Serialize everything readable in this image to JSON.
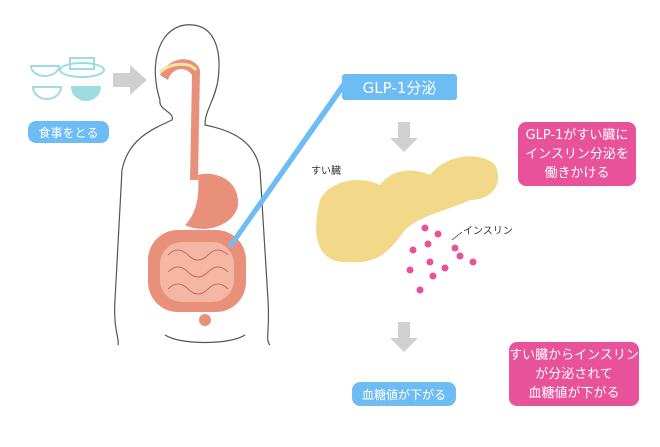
{
  "labels": {
    "eat": "食事をとる",
    "glp1": "GLP-1分泌",
    "pancreas": "すい臓",
    "insulin": "インスリン",
    "glp1_action": [
      "GLP-1がすい臓に",
      "インスリン分泌を",
      "働きかける"
    ],
    "result_reason": [
      "すい臓からインスリン",
      "が分泌されて",
      "血糖値が下がる"
    ],
    "result": "血糖値が下がる"
  },
  "colors": {
    "blue": "#6dbcf4",
    "pink": "#e8529a",
    "pancreas": "#f2d98a",
    "organ": "#e9907a",
    "arrow": "#d0d0d0",
    "food": "#9fdbe3"
  }
}
